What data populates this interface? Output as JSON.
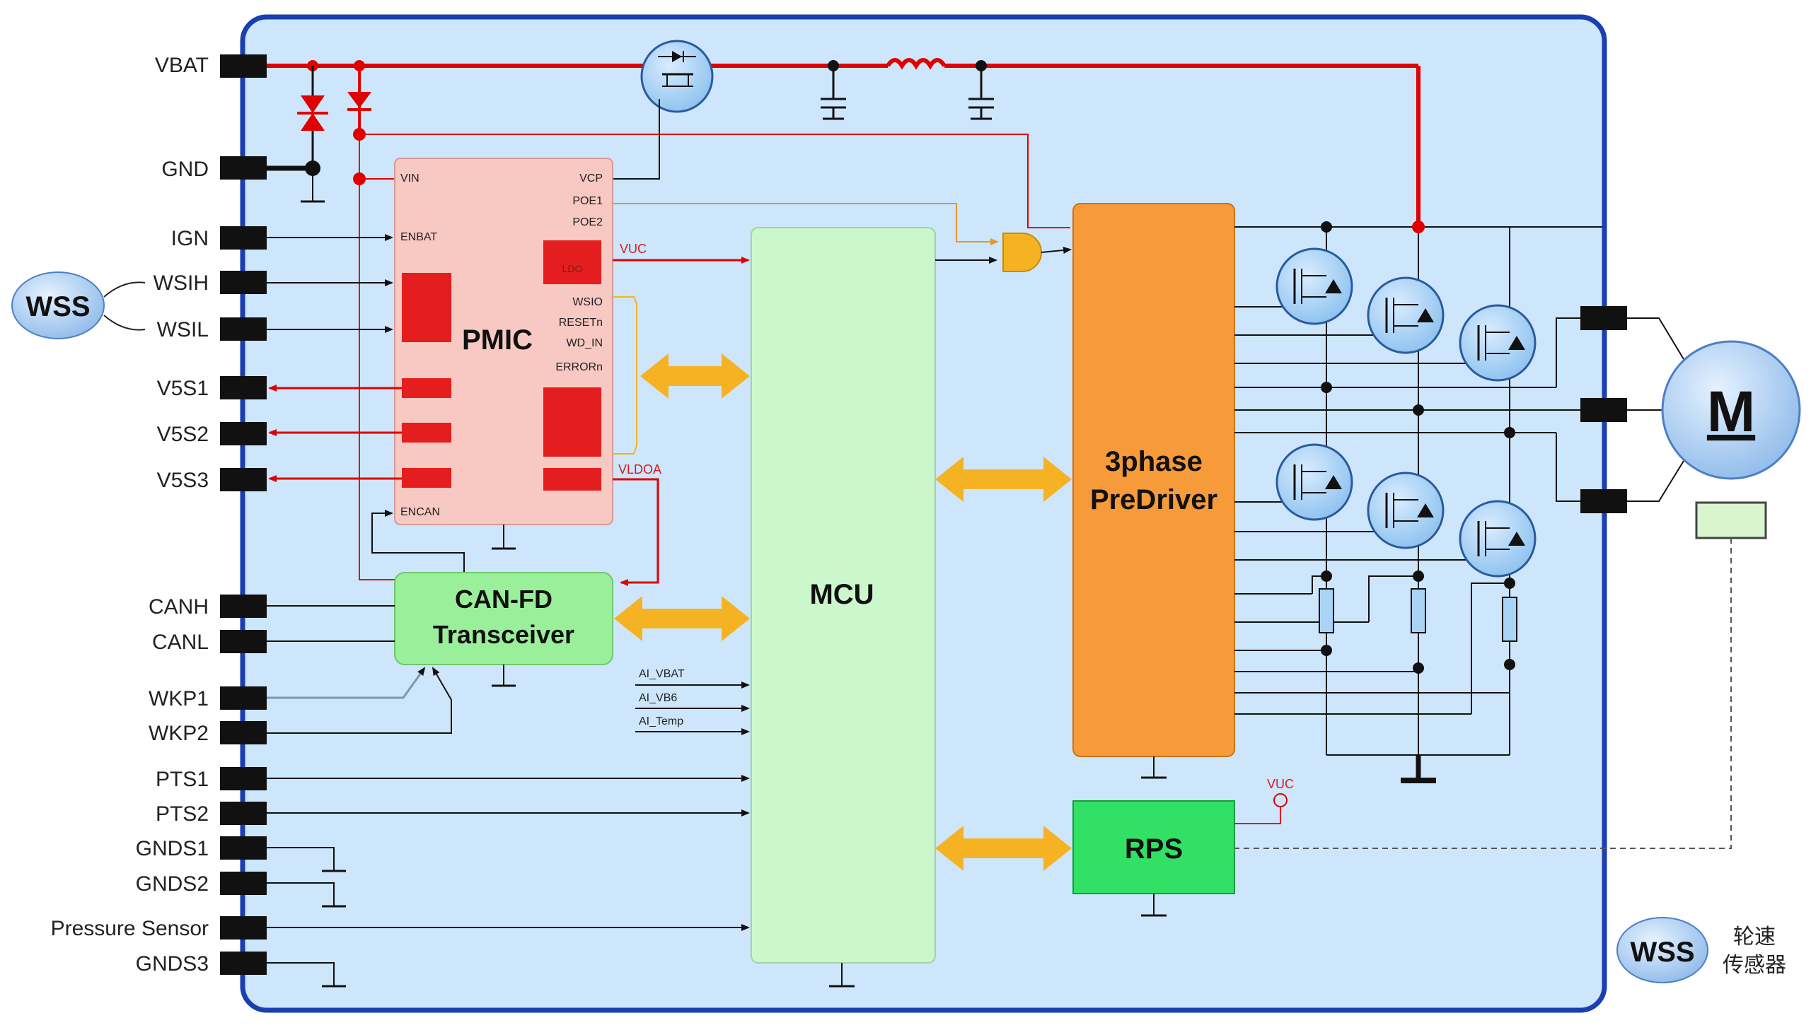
{
  "colors": {
    "board_fill": "#cde6fb",
    "board_border": "#1a3fb0",
    "power_red": "#e00000",
    "pmic_fill": "#f8c9c2",
    "pmic_block": "#e41e1e",
    "can_fill": "#9af09a",
    "mcu_fill": "#ccf7cc",
    "predriver_fill": "#f79a3a",
    "rps_fill": "#33e066",
    "bus_arrow": "#f5b324",
    "mosfet_fill": "#a9d4f5",
    "motor_fill": "#9fcbf2"
  },
  "connector_pins": [
    {
      "id": "vbat",
      "label": "VBAT"
    },
    {
      "id": "gnd",
      "label": "GND"
    },
    {
      "id": "ign",
      "label": "IGN"
    },
    {
      "id": "wsih",
      "label": "WSIH"
    },
    {
      "id": "wsil",
      "label": "WSIL"
    },
    {
      "id": "v5s1",
      "label": "V5S1"
    },
    {
      "id": "v5s2",
      "label": "V5S2"
    },
    {
      "id": "v5s3",
      "label": "V5S3"
    },
    {
      "id": "canh",
      "label": "CANH"
    },
    {
      "id": "canl",
      "label": "CANL"
    },
    {
      "id": "wkp1",
      "label": "WKP1"
    },
    {
      "id": "wkp2",
      "label": "WKP2"
    },
    {
      "id": "pts1",
      "label": "PTS1"
    },
    {
      "id": "pts2",
      "label": "PTS2"
    },
    {
      "id": "gnds1",
      "label": "GNDS1"
    },
    {
      "id": "gnds2",
      "label": "GNDS2"
    },
    {
      "id": "pressure",
      "label": "Pressure Sensor"
    },
    {
      "id": "gnds3",
      "label": "GNDS3"
    }
  ],
  "wss_external": {
    "label": "WSS"
  },
  "wss_legend": {
    "label": "WSS",
    "caption_line1": "轮速",
    "caption_line2": "传感器"
  },
  "pmic": {
    "title": "PMIC",
    "pins_left": [
      "VIN",
      "ENBAT",
      "ENCAN"
    ],
    "pins_right": [
      "VCP",
      "POE1",
      "POE2",
      "WSIO",
      "RESETn",
      "WD_IN",
      "ERRORn"
    ],
    "ldo_label": "LDO",
    "vuc_label": "VUC",
    "vldoa_label": "VLDOA"
  },
  "can": {
    "line1": "CAN-FD",
    "line2": "Transceiver"
  },
  "mcu": {
    "title": "MCU",
    "analog_inputs": [
      "AI_VBAT",
      "AI_VB6",
      "AI_Temp"
    ]
  },
  "predriver": {
    "line1": "3phase",
    "line2": "PreDriver"
  },
  "rps": {
    "title": "RPS",
    "vuc_label": "VUC"
  },
  "motor": {
    "label": "M"
  }
}
